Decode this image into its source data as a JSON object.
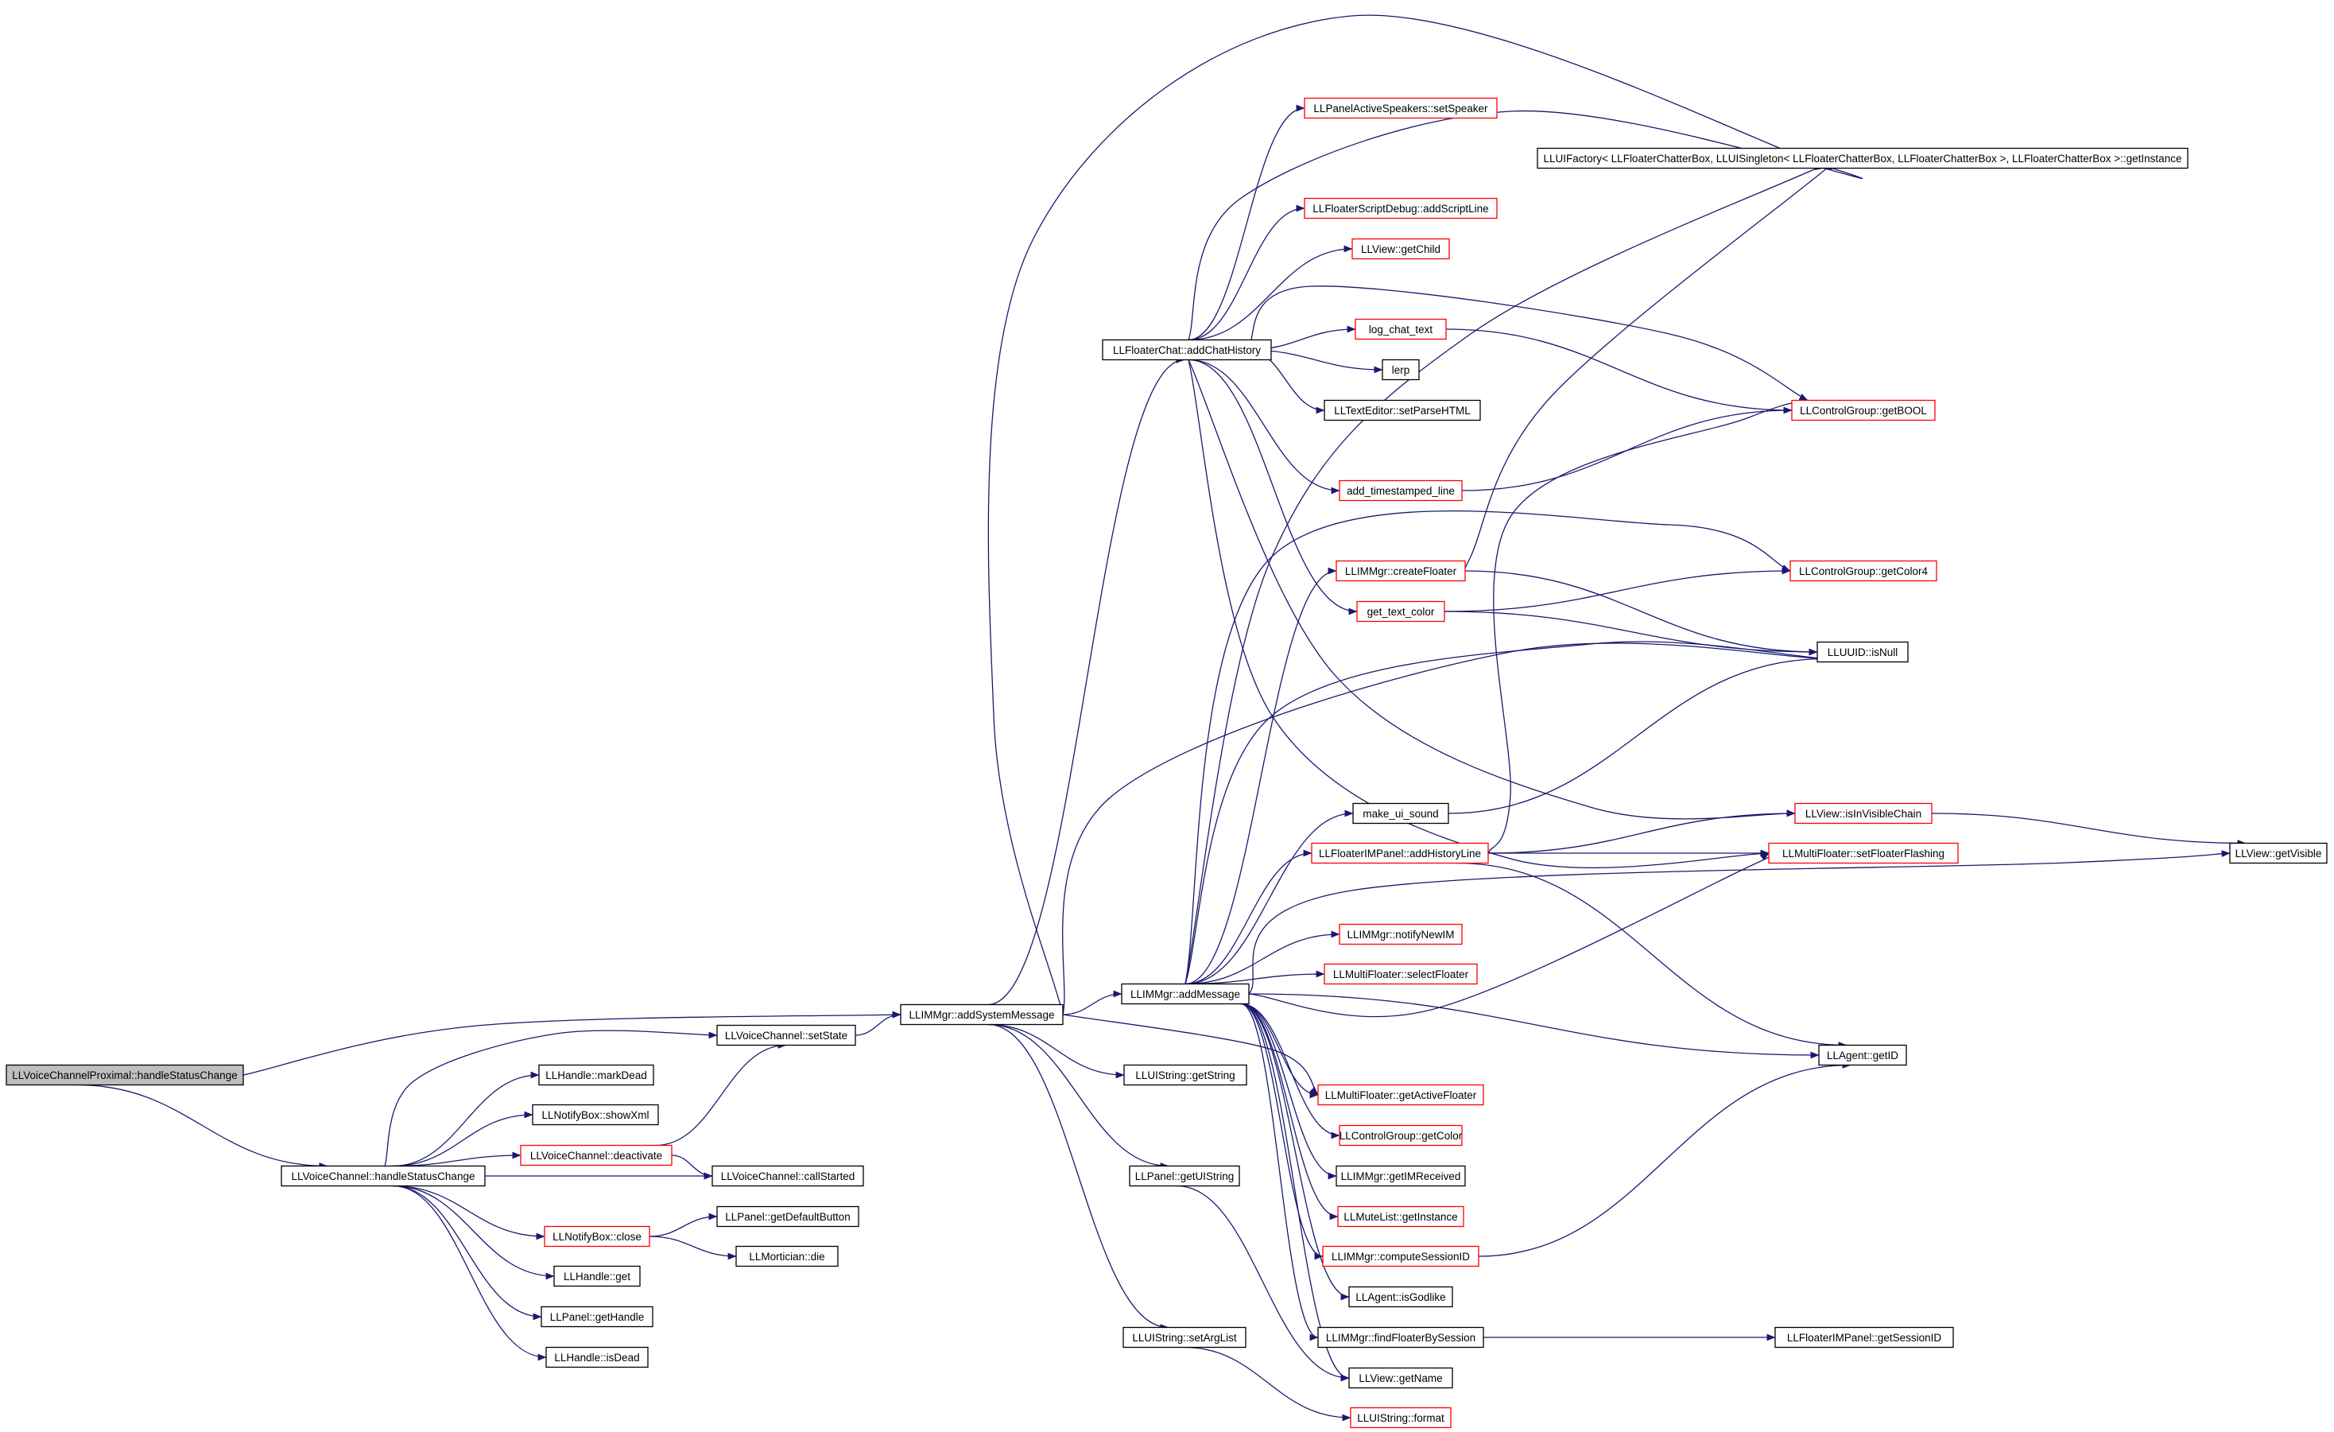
{
  "diagram": {
    "nodes": [
      {
        "id": "root",
        "label": "LLVoiceChannelProximal::handleStatusChange",
        "border": "black",
        "highlight": true
      },
      {
        "id": "vc_hsc",
        "label": "LLVoiceChannel::handleStatusChange",
        "border": "black"
      },
      {
        "id": "addSys",
        "label": "LLIMMgr::addSystemMessage",
        "border": "black"
      },
      {
        "id": "setState",
        "label": "LLVoiceChannel::setState",
        "border": "black"
      },
      {
        "id": "markDead",
        "label": "LLHandle::markDead",
        "border": "black"
      },
      {
        "id": "showXml",
        "label": "LLNotifyBox::showXml",
        "border": "black"
      },
      {
        "id": "deactivate",
        "label": "LLVoiceChannel::deactivate",
        "border": "red"
      },
      {
        "id": "callStarted",
        "label": "LLVoiceChannel::callStarted",
        "border": "black"
      },
      {
        "id": "nbClose",
        "label": "LLNotifyBox::close",
        "border": "red"
      },
      {
        "id": "getDefBtn",
        "label": "LLPanel::getDefaultButton",
        "border": "black"
      },
      {
        "id": "mortDie",
        "label": "LLMortician::die",
        "border": "black"
      },
      {
        "id": "hGet",
        "label": "LLHandle::get",
        "border": "black"
      },
      {
        "id": "pGetHandle",
        "label": "LLPanel::getHandle",
        "border": "black"
      },
      {
        "id": "hIsDead",
        "label": "LLHandle::isDead",
        "border": "black"
      },
      {
        "id": "addChat",
        "label": "LLFloaterChat::addChatHistory",
        "border": "black"
      },
      {
        "id": "addMsg",
        "label": "LLIMMgr::addMessage",
        "border": "black"
      },
      {
        "id": "getString",
        "label": "LLUIString::getString",
        "border": "black"
      },
      {
        "id": "getUIStr",
        "label": "LLPanel::getUIString",
        "border": "black"
      },
      {
        "id": "setArgList",
        "label": "LLUIString::setArgList",
        "border": "black"
      },
      {
        "id": "setSpeaker",
        "label": "LLPanelActiveSpeakers::setSpeaker",
        "border": "red"
      },
      {
        "id": "getInstance",
        "label": "LLUIFactory< LLFloaterChatterBox, LLUISingleton< LLFloaterChatterBox, LLFloaterChatterBox >, LLFloaterChatterBox >::getInstance",
        "border": "black"
      },
      {
        "id": "addScript",
        "label": "LLFloaterScriptDebug::addScriptLine",
        "border": "red"
      },
      {
        "id": "getChild",
        "label": "LLView::getChild",
        "border": "red"
      },
      {
        "id": "logChat",
        "label": "log_chat_text",
        "border": "red"
      },
      {
        "id": "lerp",
        "label": "lerp",
        "border": "black"
      },
      {
        "id": "setParse",
        "label": "LLTextEditor::setParseHTML",
        "border": "black"
      },
      {
        "id": "getBOOL",
        "label": "LLControlGroup::getBOOL",
        "border": "red"
      },
      {
        "id": "addTs",
        "label": "add_timestamped_line",
        "border": "red"
      },
      {
        "id": "createFl",
        "label": "LLIMMgr::createFloater",
        "border": "red"
      },
      {
        "id": "getColor4",
        "label": "LLControlGroup::getColor4",
        "border": "red"
      },
      {
        "id": "getTxtColor",
        "label": "get_text_color",
        "border": "red"
      },
      {
        "id": "isNull",
        "label": "LLUUID::isNull",
        "border": "black"
      },
      {
        "id": "mkSound",
        "label": "make_ui_sound",
        "border": "black"
      },
      {
        "id": "isVisChain",
        "label": "LLView::isInVisibleChain",
        "border": "red"
      },
      {
        "id": "addHist",
        "label": "LLFloaterIMPanel::addHistoryLine",
        "border": "red"
      },
      {
        "id": "setFlash",
        "label": "LLMultiFloater::setFloaterFlashing",
        "border": "red"
      },
      {
        "id": "getVisible",
        "label": "LLView::getVisible",
        "border": "black"
      },
      {
        "id": "notifyIM",
        "label": "LLIMMgr::notifyNewIM",
        "border": "red"
      },
      {
        "id": "selFloater",
        "label": "LLMultiFloater::selectFloater",
        "border": "red"
      },
      {
        "id": "agentID",
        "label": "LLAgent::getID",
        "border": "black"
      },
      {
        "id": "getActive",
        "label": "LLMultiFloater::getActiveFloater",
        "border": "red"
      },
      {
        "id": "getColor",
        "label": "LLControlGroup::getColor",
        "border": "red"
      },
      {
        "id": "getIMRecv",
        "label": "LLIMMgr::getIMReceived",
        "border": "black"
      },
      {
        "id": "muteInst",
        "label": "LLMuteList::getInstance",
        "border": "red"
      },
      {
        "id": "compSess",
        "label": "LLIMMgr::computeSessionID",
        "border": "red"
      },
      {
        "id": "isGodlike",
        "label": "LLAgent::isGodlike",
        "border": "black"
      },
      {
        "id": "findFl",
        "label": "LLIMMgr::findFloaterBySession",
        "border": "black"
      },
      {
        "id": "getSessID",
        "label": "LLFloaterIMPanel::getSessionID",
        "border": "black"
      },
      {
        "id": "getName",
        "label": "LLView::getName",
        "border": "black"
      },
      {
        "id": "format",
        "label": "LLUIString::format",
        "border": "red"
      }
    ],
    "edges": [
      [
        "root",
        "addSys"
      ],
      [
        "root",
        "vc_hsc"
      ],
      [
        "vc_hsc",
        "setState"
      ],
      [
        "vc_hsc",
        "markDead"
      ],
      [
        "vc_hsc",
        "showXml"
      ],
      [
        "vc_hsc",
        "deactivate"
      ],
      [
        "vc_hsc",
        "callStarted"
      ],
      [
        "vc_hsc",
        "nbClose"
      ],
      [
        "vc_hsc",
        "hGet"
      ],
      [
        "vc_hsc",
        "pGetHandle"
      ],
      [
        "vc_hsc",
        "hIsDead"
      ],
      [
        "deactivate",
        "setState"
      ],
      [
        "deactivate",
        "callStarted"
      ],
      [
        "nbClose",
        "getDefBtn"
      ],
      [
        "nbClose",
        "mortDie"
      ],
      [
        "setState",
        "addSys"
      ],
      [
        "addSys",
        "addChat"
      ],
      [
        "addSys",
        "addMsg"
      ],
      [
        "addSys",
        "getString"
      ],
      [
        "addSys",
        "getUIStr"
      ],
      [
        "addSys",
        "setArgList"
      ],
      [
        "addSys",
        "isNull"
      ],
      [
        "addSys",
        "getInstance"
      ],
      [
        "addSys",
        "getActive"
      ],
      [
        "addChat",
        "setSpeaker"
      ],
      [
        "addChat",
        "getInstance"
      ],
      [
        "addChat",
        "addScript"
      ],
      [
        "addChat",
        "getChild"
      ],
      [
        "addChat",
        "logChat"
      ],
      [
        "addChat",
        "lerp"
      ],
      [
        "addChat",
        "setParse"
      ],
      [
        "addChat",
        "addTs"
      ],
      [
        "addChat",
        "getBOOL"
      ],
      [
        "addChat",
        "getTxtColor"
      ],
      [
        "addChat",
        "isVisChain"
      ],
      [
        "addChat",
        "setFlash"
      ],
      [
        "logChat",
        "getBOOL"
      ],
      [
        "addTs",
        "getBOOL"
      ],
      [
        "getTxtColor",
        "getColor4"
      ],
      [
        "getTxtColor",
        "isNull"
      ],
      [
        "addMsg",
        "getInstance"
      ],
      [
        "addMsg",
        "createFl"
      ],
      [
        "addMsg",
        "getColor4"
      ],
      [
        "addMsg",
        "isNull"
      ],
      [
        "addMsg",
        "mkSound"
      ],
      [
        "addMsg",
        "addHist"
      ],
      [
        "addMsg",
        "getVisible"
      ],
      [
        "addMsg",
        "notifyIM"
      ],
      [
        "addMsg",
        "selFloater"
      ],
      [
        "addMsg",
        "setFlash"
      ],
      [
        "addMsg",
        "agentID"
      ],
      [
        "addMsg",
        "getActive"
      ],
      [
        "addMsg",
        "getColor"
      ],
      [
        "addMsg",
        "getIMRecv"
      ],
      [
        "addMsg",
        "muteInst"
      ],
      [
        "addMsg",
        "compSess"
      ],
      [
        "addMsg",
        "isGodlike"
      ],
      [
        "addMsg",
        "findFl"
      ],
      [
        "addMsg",
        "getName"
      ],
      [
        "createFl",
        "getInstance"
      ],
      [
        "createFl",
        "isNull"
      ],
      [
        "mkSound",
        "isNull"
      ],
      [
        "addHist",
        "getBOOL"
      ],
      [
        "addHist",
        "isVisChain"
      ],
      [
        "addHist",
        "setFlash"
      ],
      [
        "addHist",
        "agentID"
      ],
      [
        "isVisChain",
        "getVisible"
      ],
      [
        "compSess",
        "agentID"
      ],
      [
        "findFl",
        "getSessID"
      ],
      [
        "getUIStr",
        "getName"
      ],
      [
        "setArgList",
        "format"
      ]
    ]
  }
}
